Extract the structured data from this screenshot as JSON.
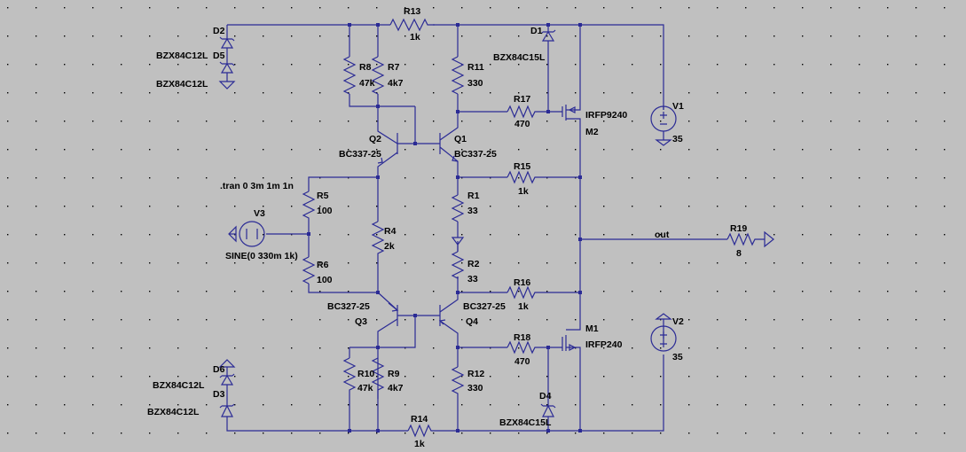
{
  "colors": {
    "background": "#c0c0c0",
    "grid": "#000000",
    "wire": "#2b2b95",
    "text": "#000000"
  },
  "directive": ".tran 0 3m 1m 1n",
  "net_label": "out",
  "components": {
    "R13": {
      "name": "R13",
      "value": "1k"
    },
    "R14": {
      "name": "R14",
      "value": "1k"
    },
    "R8": {
      "name": "R8",
      "value": "47k"
    },
    "R7": {
      "name": "R7",
      "value": "4k7"
    },
    "R10": {
      "name": "R10",
      "value": "47k"
    },
    "R9": {
      "name": "R9",
      "value": "4k7"
    },
    "R11": {
      "name": "R11",
      "value": "330"
    },
    "R12": {
      "name": "R12",
      "value": "330"
    },
    "R17": {
      "name": "R17",
      "value": "470"
    },
    "R18": {
      "name": "R18",
      "value": "470"
    },
    "R15": {
      "name": "R15",
      "value": "1k"
    },
    "R16": {
      "name": "R16",
      "value": "1k"
    },
    "R1": {
      "name": "R1",
      "value": "33"
    },
    "R2": {
      "name": "R2",
      "value": "33"
    },
    "R4": {
      "name": "R4",
      "value": "2k"
    },
    "R5": {
      "name": "R5",
      "value": "100"
    },
    "R6": {
      "name": "R6",
      "value": "100"
    },
    "R19": {
      "name": "R19",
      "value": "8"
    },
    "D1": {
      "name": "D1",
      "value": "BZX84C15L"
    },
    "D4": {
      "name": "D4",
      "value": "BZX84C15L"
    },
    "D2": {
      "name": "D2",
      "value": "BZX84C12L"
    },
    "D5": {
      "name": "D5",
      "value": "BZX84C12L"
    },
    "D6": {
      "name": "D6",
      "value": "BZX84C12L"
    },
    "D3": {
      "name": "D3",
      "value": "BZX84C12L"
    },
    "Q1": {
      "name": "Q1",
      "value": "BC337-25"
    },
    "Q2": {
      "name": "Q2",
      "value": "BC337-25"
    },
    "Q3": {
      "name": "Q3",
      "value": "BC327-25"
    },
    "Q4": {
      "name": "Q4",
      "value": "BC327-25"
    },
    "M1": {
      "name": "M1",
      "value": "IRFP240"
    },
    "M2": {
      "name": "M2",
      "value": "IRFP9240"
    },
    "V1": {
      "name": "V1",
      "value": "35"
    },
    "V2": {
      "name": "V2",
      "value": "35"
    },
    "V3": {
      "name": "V3",
      "value": "SINE(0 330m 1k)"
    }
  }
}
